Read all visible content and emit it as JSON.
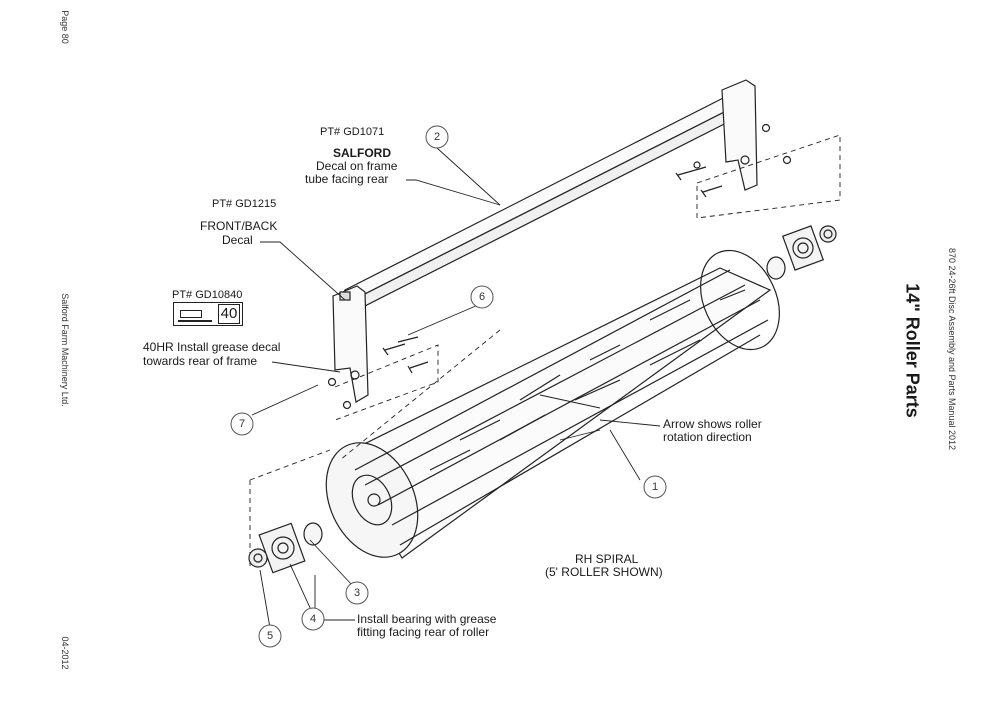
{
  "margin": {
    "page": "Page 80",
    "company": "Salford Farm Machinery Ltd.",
    "date": "04-2012"
  },
  "side": {
    "manual": "870 24-26ft Disc Assembly and Parts Manual 2012",
    "title": "14\" Roller Parts"
  },
  "labels": {
    "salford_pt": "PT# GD1071",
    "salford_brand": "SALFORD",
    "salford_line1": "Decal on frame",
    "salford_line2": "tube facing rear",
    "front_pt": "PT# GD1215",
    "front_line1": "FRONT/BACK",
    "front_line2": "Decal",
    "grease_pt": "PT# GD10840",
    "grease_number": "40",
    "grease_line1": "40HR Install grease decal",
    "grease_line2": "towards rear of frame",
    "arrow_line1": "Arrow shows roller",
    "arrow_line2": "rotation direction",
    "spiral_line1": "RH SPIRAL",
    "spiral_line2": "(5' ROLLER SHOWN)",
    "bearing_line1": "Install bearing with grease",
    "bearing_line2": "fitting facing rear of roller"
  },
  "callouts": [
    "1",
    "2",
    "3",
    "4",
    "5",
    "6",
    "7"
  ]
}
